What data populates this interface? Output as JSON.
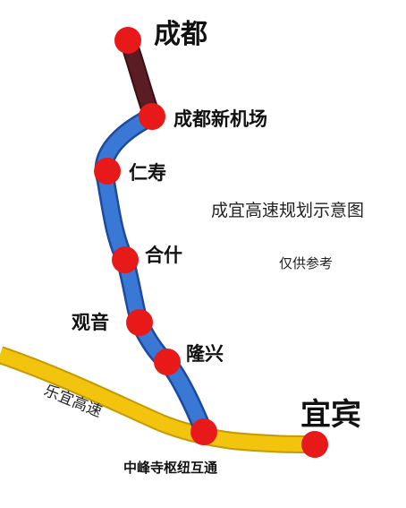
{
  "map": {
    "title": "成宜高速规划示意图",
    "note": "仅供参考",
    "highway_label": "乐宜高速",
    "colors": {
      "background": "#ffffff",
      "route_main": "#3a78d6",
      "route_outline": "#1d4a9c",
      "route_north": "#5a1d24",
      "crossing_highway": "#f2c40d",
      "crossing_outline": "#c49a00",
      "station": "#e81919"
    },
    "stations": [
      {
        "id": "chengdu",
        "label": "成都"
      },
      {
        "id": "airport",
        "label": "成都新机场"
      },
      {
        "id": "renshou",
        "label": "仁寿"
      },
      {
        "id": "heshi",
        "label": "合什"
      },
      {
        "id": "guanyin",
        "label": "观音"
      },
      {
        "id": "longxing",
        "label": "隆兴"
      },
      {
        "id": "interchange",
        "label": "中峰寺枢纽互通"
      },
      {
        "id": "yibin",
        "label": "宜宾"
      }
    ]
  }
}
